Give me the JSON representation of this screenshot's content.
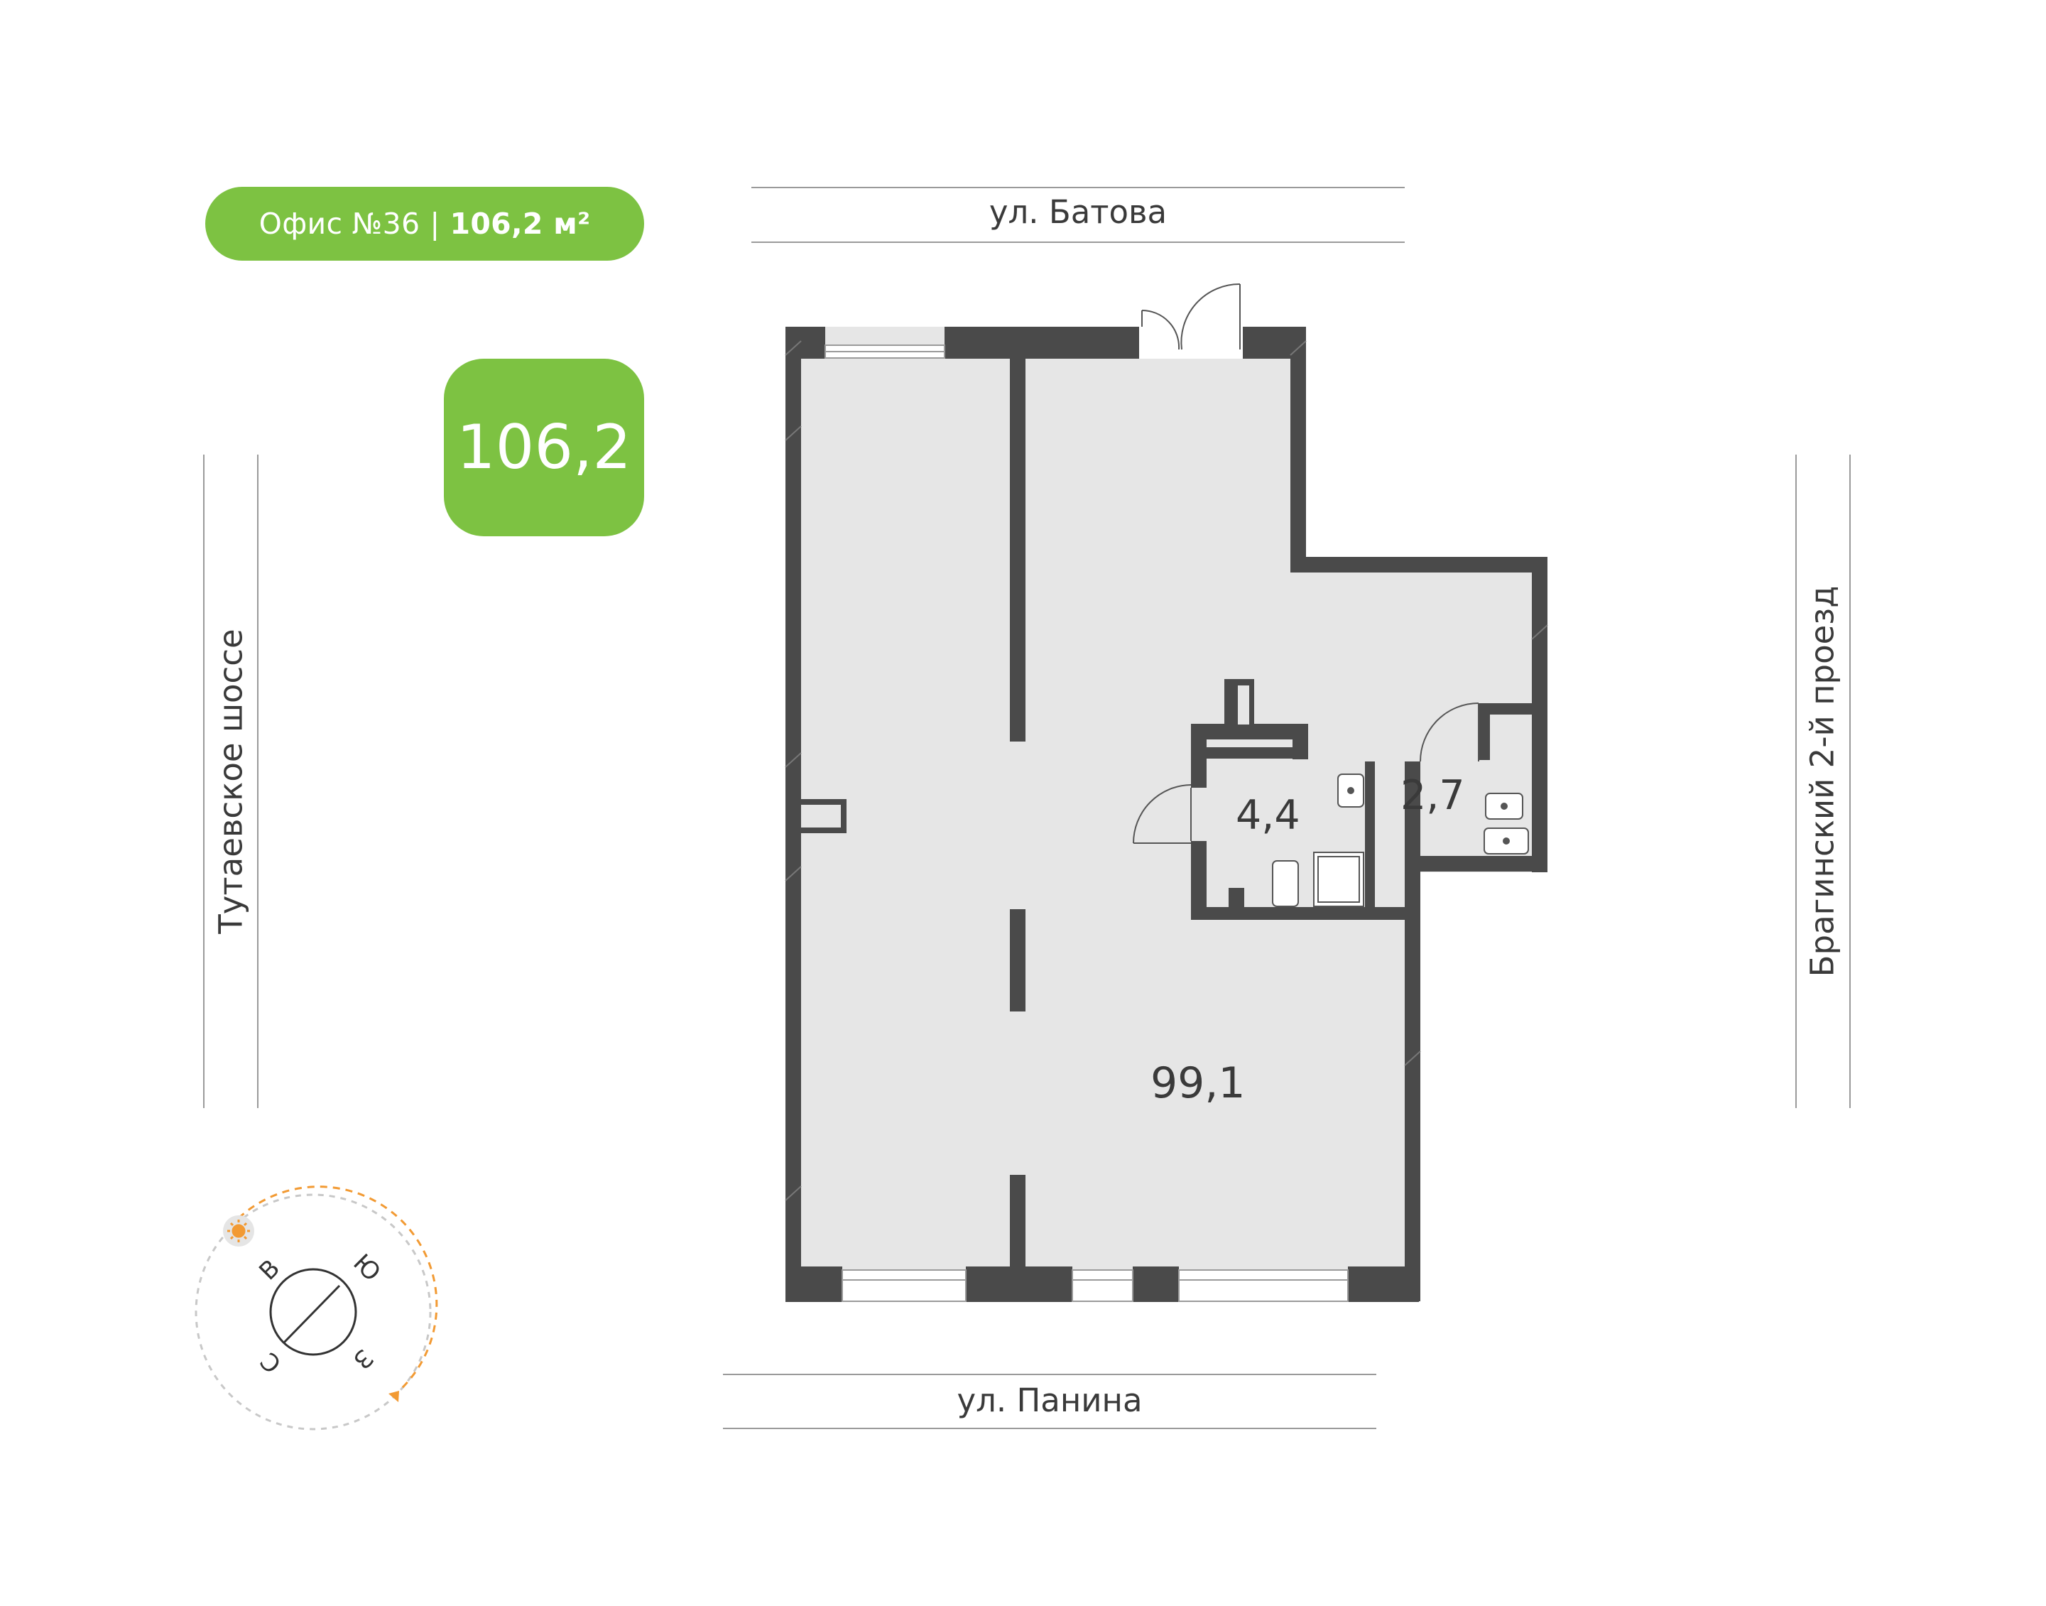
{
  "office": {
    "title": "Офис №36",
    "separator": "|",
    "total_area_label": "106,2 м²",
    "total_area": "106,2"
  },
  "streets": {
    "top": "ул. Батова",
    "bottom": "ул. Панина",
    "left": "Тутаевское шоссе",
    "right": "Брагинский 2-й проезд"
  },
  "rooms": [
    {
      "id": "main-hall",
      "area": "99,1"
    },
    {
      "id": "bathroom-1",
      "area": "4,4"
    },
    {
      "id": "bathroom-2",
      "area": "2,7"
    }
  ],
  "compass": {
    "north": "С",
    "east": "В",
    "south": "Ю",
    "west": "З"
  },
  "colors": {
    "accent": "#7dc242",
    "wall": "#4a4a4a",
    "floor": "#e6e6e6",
    "sun_path": "#f29a33",
    "text": "#3a3a3a"
  }
}
